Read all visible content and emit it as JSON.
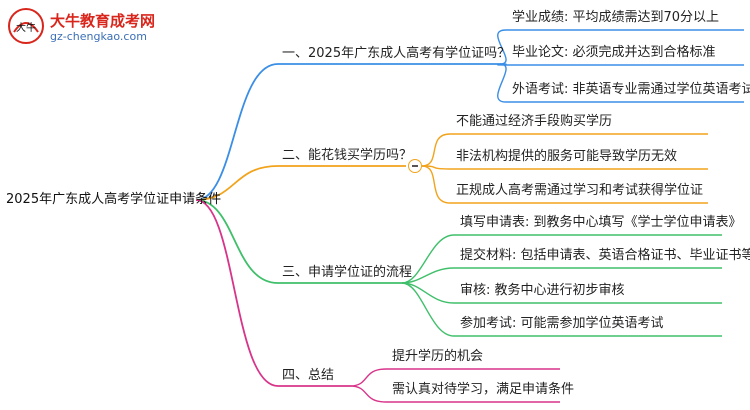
{
  "logo": {
    "title": "大牛教育成考网",
    "url": "gz-chengkao.com",
    "mark_text": "大牛"
  },
  "root": {
    "label": "2025年广东成人高考学位证申请条件"
  },
  "branches": [
    {
      "label": "一、2025年广东成人高考有学位证吗？",
      "color": "#3a8ee6",
      "children": [
        "学业成绩: 平均成绩需达到70分以上",
        "毕业论文: 必须完成并达到合格标准",
        "外语考试: 非英语专业需通过学位英语考试"
      ]
    },
    {
      "label": "二、能花钱买学历吗？",
      "color": "#f2a31c",
      "children": [
        "不能通过经济手段购买学历",
        "非法机构提供的服务可能导致学历无效",
        "正规成人高考需通过学习和考试获得学位证"
      ]
    },
    {
      "label": "三、申请学位证的流程",
      "color": "#3fbf6a",
      "children": [
        "填写申请表: 到教务中心填写《学士学位申请表》",
        "提交材料: 包括申请表、英语合格证书、毕业证书等",
        "审核: 教务中心进行初步审核",
        "参加考试: 可能需参加学位英语考试"
      ]
    },
    {
      "label": "四、总结",
      "color": "#d8348a",
      "children": [
        "提升学历的机会",
        "需认真对待学习，满足申请条件"
      ]
    }
  ]
}
